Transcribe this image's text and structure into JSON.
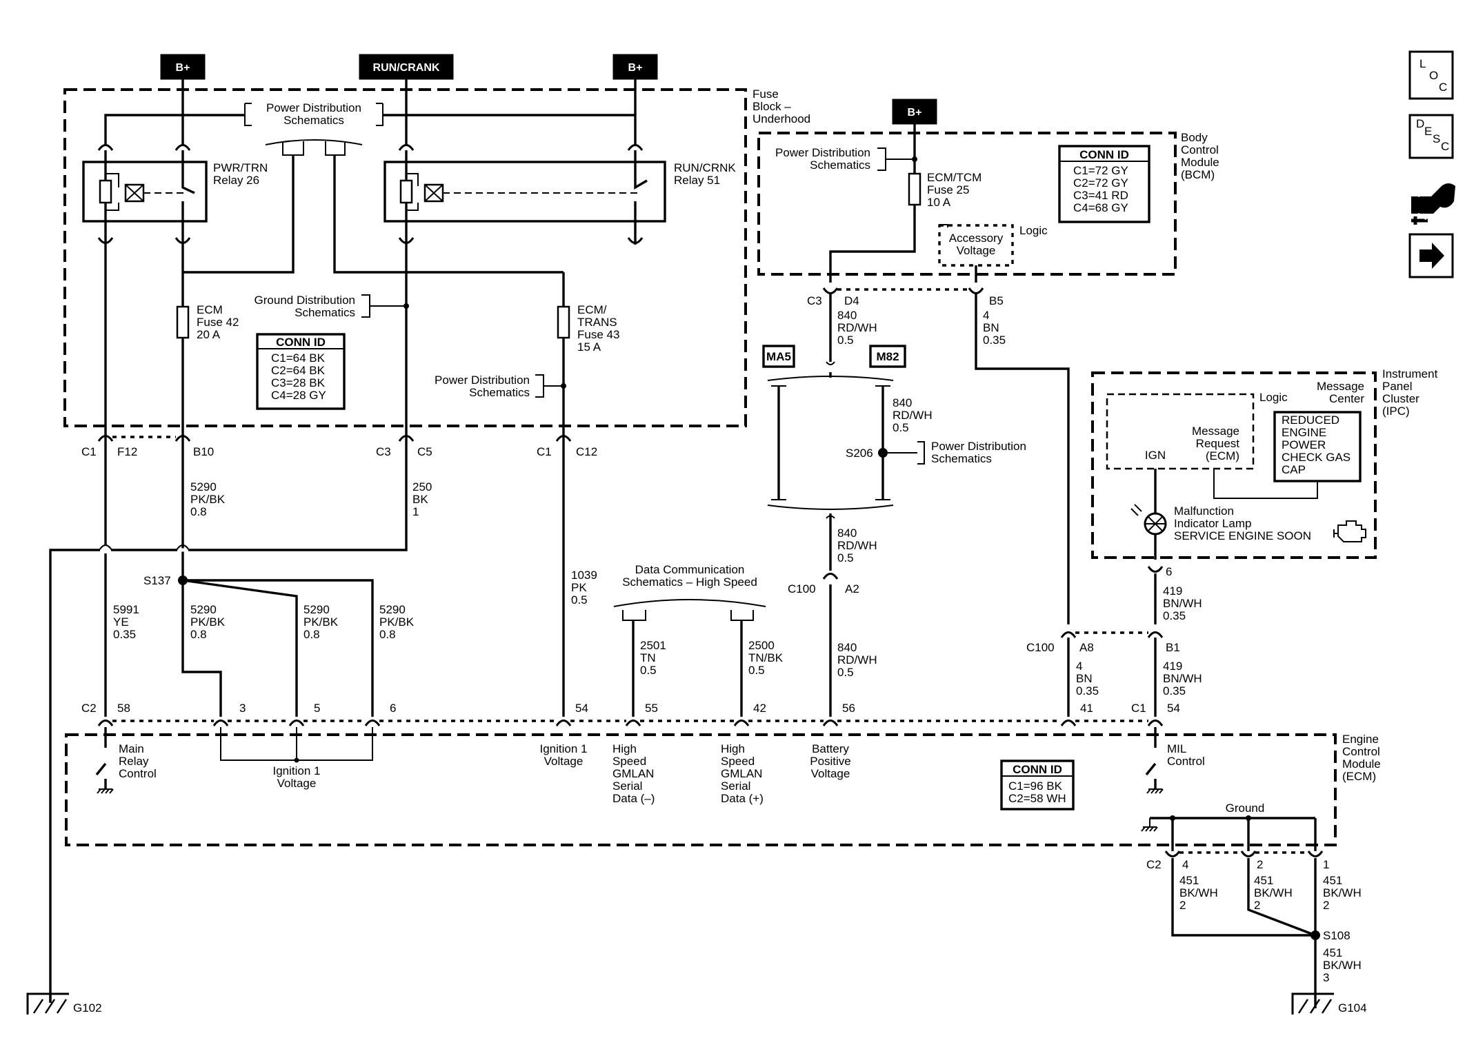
{
  "power_sources": {
    "bplus_left": "B+",
    "run_crank": "RUN/CRANK",
    "bplus_right": "B+",
    "bplus_bcm": "B+"
  },
  "fuse_block": {
    "title": [
      "Fuse",
      "Block –",
      "Underhood"
    ],
    "power_dist": [
      "Power Distribution",
      "Schematics"
    ],
    "relay26": [
      "PWR/TRN",
      "Relay 26"
    ],
    "relay51": [
      "RUN/CRNK",
      "Relay 51"
    ],
    "fuse42": [
      "ECM",
      "Fuse 42",
      "20 A"
    ],
    "fuse43": [
      "ECM/",
      "TRANS",
      "Fuse 43",
      "15 A"
    ],
    "ground_dist": [
      "Ground Distribution",
      "Schematics"
    ],
    "power_dist2": [
      "Power  Distribution",
      "Schematics"
    ],
    "conn_id": {
      "title": "CONN ID",
      "lines": [
        "C1=64 BK",
        "C2=64 BK",
        "C3=28 BK",
        "C4=28 GY"
      ]
    }
  },
  "bcm": {
    "title": [
      "Body",
      "Control",
      "Module",
      "(BCM)"
    ],
    "power_dist": [
      "Power Distribution",
      "Schematics"
    ],
    "fuse25": [
      "ECM/TCM",
      "Fuse 25",
      "10 A"
    ],
    "acc_voltage": [
      "Accessory",
      "Voltage"
    ],
    "logic": "Logic",
    "conn_id": {
      "title": "CONN ID",
      "lines": [
        "C1=72 GY",
        "C2=72 GY",
        "C3=41 RD",
        "C4=68 GY"
      ]
    }
  },
  "ipc": {
    "title": [
      "Instrument",
      "Panel",
      "Cluster",
      "(IPC)"
    ],
    "logic": "Logic",
    "message_center": [
      "Message",
      "Center"
    ],
    "message_request": [
      "Message",
      "Request",
      "(ECM)"
    ],
    "display": [
      "REDUCED",
      "ENGINE",
      "POWER",
      "CHECK GAS",
      "CAP"
    ],
    "ign": "IGN",
    "mil": [
      "Malfunction",
      "Indicator Lamp",
      "SERVICE ENGINE SOON"
    ]
  },
  "ecm": {
    "title": [
      "Engine",
      "Control",
      "Module",
      "(ECM)"
    ],
    "main_relay": [
      "Main",
      "Relay",
      "Control"
    ],
    "ign1_voltage": [
      "Ignition 1",
      "Voltage"
    ],
    "ign1_voltage2": [
      "Ignition 1",
      "Voltage"
    ],
    "hs_minus": [
      "High",
      "Speed",
      "GMLAN",
      "Serial",
      "Data (–)"
    ],
    "hs_plus": [
      "High",
      "Speed",
      "GMLAN",
      "Serial",
      "Data (+)"
    ],
    "battery": [
      "Battery",
      "Positive",
      "Voltage"
    ],
    "mil_control": [
      "MIL",
      "Control"
    ],
    "ground": "Ground",
    "conn_id": {
      "title": "CONN ID",
      "lines": [
        "C1=96 BK",
        "C2=58 WH"
      ]
    }
  },
  "data_comm": [
    "Data Communication",
    "Schematics – High Speed"
  ],
  "power_dist_s206": [
    "Power Distribution",
    "Schematics"
  ],
  "options": {
    "ma5": "MA5",
    "m82": "M82"
  },
  "splices": {
    "s137": "S137",
    "s206": "S206",
    "s108": "S108"
  },
  "grounds": {
    "g102": "G102",
    "g104": "G104"
  },
  "connectors": {
    "c1_a": "C1",
    "f12": "F12",
    "b10": "B10",
    "c3_a": "C3",
    "c5": "C5",
    "c1_b": "C1",
    "c12": "C12",
    "c3_bcm": "C3",
    "d4": "D4",
    "b5": "B5",
    "c100_a": "C100",
    "a2": "A2",
    "c100_b": "C100",
    "a8": "A8",
    "b1": "B1",
    "c2_ecm": "C2",
    "p58": "58",
    "p3": "3",
    "p5": "5",
    "p6": "6",
    "p54": "54",
    "p55": "55",
    "p42": "42",
    "p56": "56",
    "p41": "41",
    "c1_ecm": "C1",
    "p54b": "54",
    "ipc6": "6",
    "c2_gnd": "C2",
    "g4": "4",
    "g2": "2",
    "g1": "1"
  },
  "wires": {
    "w5991": [
      "5991",
      "YE",
      "0.35"
    ],
    "w5290a": [
      "5290",
      "PK/BK",
      "0.8"
    ],
    "w5290b": [
      "5290",
      "PK/BK",
      "0.8"
    ],
    "w5290c": [
      "5290",
      "PK/BK",
      "0.8"
    ],
    "w5290d": [
      "5290",
      "PK/BK",
      "0.8"
    ],
    "w250": [
      "250",
      "BK",
      "1"
    ],
    "w1039": [
      "1039",
      "PK",
      "0.5"
    ],
    "w2501": [
      "2501",
      "TN",
      "0.5"
    ],
    "w2500": [
      "2500",
      "TN/BK",
      "0.5"
    ],
    "w840a": [
      "840",
      "RD/WH",
      "0.5"
    ],
    "w840b": [
      "840",
      "RD/WH",
      "0.5"
    ],
    "w840c": [
      "840",
      "RD/WH",
      "0.5"
    ],
    "w840d": [
      "840",
      "RD/WH",
      "0.5"
    ],
    "w4a": [
      "4",
      "BN",
      "0.35"
    ],
    "w4b": [
      "4",
      "BN",
      "0.35"
    ],
    "w419a": [
      "419",
      "BN/WH",
      "0.35"
    ],
    "w419b": [
      "419",
      "BN/WH",
      "0.35"
    ],
    "w451a": [
      "451",
      "BK/WH",
      "2"
    ],
    "w451b": [
      "451",
      "BK/WH",
      "2"
    ],
    "w451c": [
      "451",
      "BK/WH",
      "2"
    ],
    "w451d": [
      "451",
      "BK/WH",
      "3"
    ]
  },
  "side_buttons": [
    {
      "name": "loc-button",
      "letters": [
        "L",
        "O",
        "C"
      ]
    },
    {
      "name": "desc-button",
      "letters": [
        "D",
        "E",
        "S",
        "C"
      ]
    },
    {
      "name": "hand-tool-button",
      "icon": "hand-wrench-icon"
    },
    {
      "name": "next-arrow-button",
      "icon": "arrow-right-icon"
    }
  ]
}
